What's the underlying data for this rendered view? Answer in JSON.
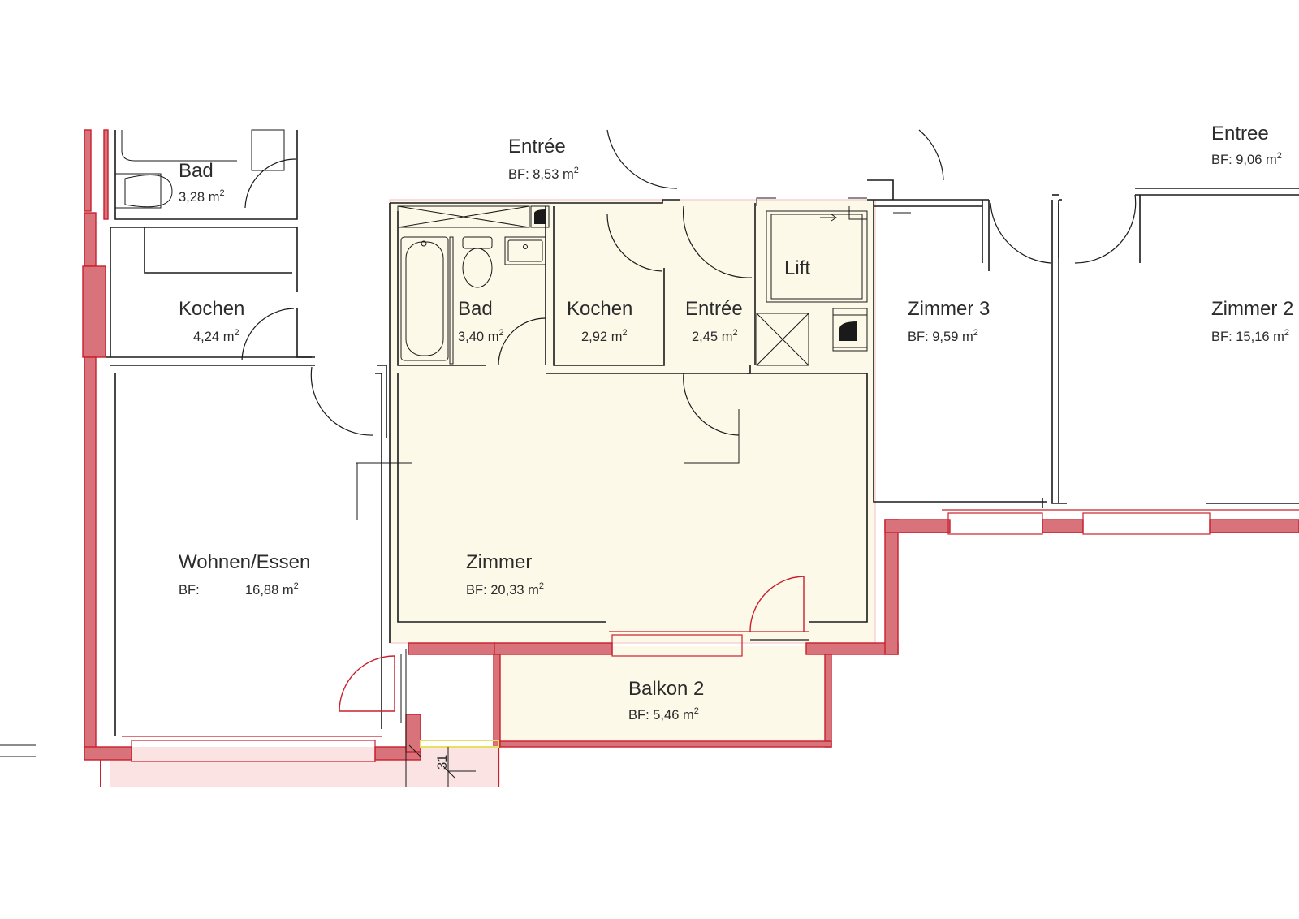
{
  "colors": {
    "unit_fill": "#fdf9e8",
    "exterior_wall": "#d8737b",
    "exterior_stroke": "#c8202c",
    "walls": "#1a1a1a",
    "text": "#2b2b2b",
    "dimension_mark": "#e6e061"
  },
  "rooms": {
    "bad_left": {
      "name": "Bad",
      "area": "3,28 m",
      "sup": "2"
    },
    "kochen_left": {
      "name": "Kochen",
      "area": "4,24 m",
      "sup": "2"
    },
    "wohnen": {
      "name": "Wohnen/Essen",
      "bf": "BF:",
      "area": "16,88 m",
      "sup": "2"
    },
    "entree_top": {
      "name": "Entrée",
      "area": "BF: 8,53 m",
      "sup": "2"
    },
    "entree_top_right": {
      "name": "Entree",
      "area": "BF: 9,06 m",
      "sup": "2"
    },
    "bad": {
      "name": "Bad",
      "area": "3,40 m",
      "sup": "2"
    },
    "kochen": {
      "name": "Kochen",
      "area": "2,92 m",
      "sup": "2"
    },
    "entree": {
      "name": "Entrée",
      "area": "2,45 m",
      "sup": "2"
    },
    "lift": {
      "name": "Lift"
    },
    "zimmer3": {
      "name": "Zimmer 3",
      "area": "BF:  9,59 m",
      "sup": "2"
    },
    "zimmer2": {
      "name": "Zimmer 2",
      "area": "BF: 15,16 m",
      "sup": "2"
    },
    "zimmer": {
      "name": "Zimmer",
      "area": "BF: 20,33 m",
      "sup": "2"
    },
    "balkon2": {
      "name": "Balkon 2",
      "area": "BF: 5,46 m",
      "sup": "2"
    }
  },
  "dimension": {
    "value": "31"
  }
}
